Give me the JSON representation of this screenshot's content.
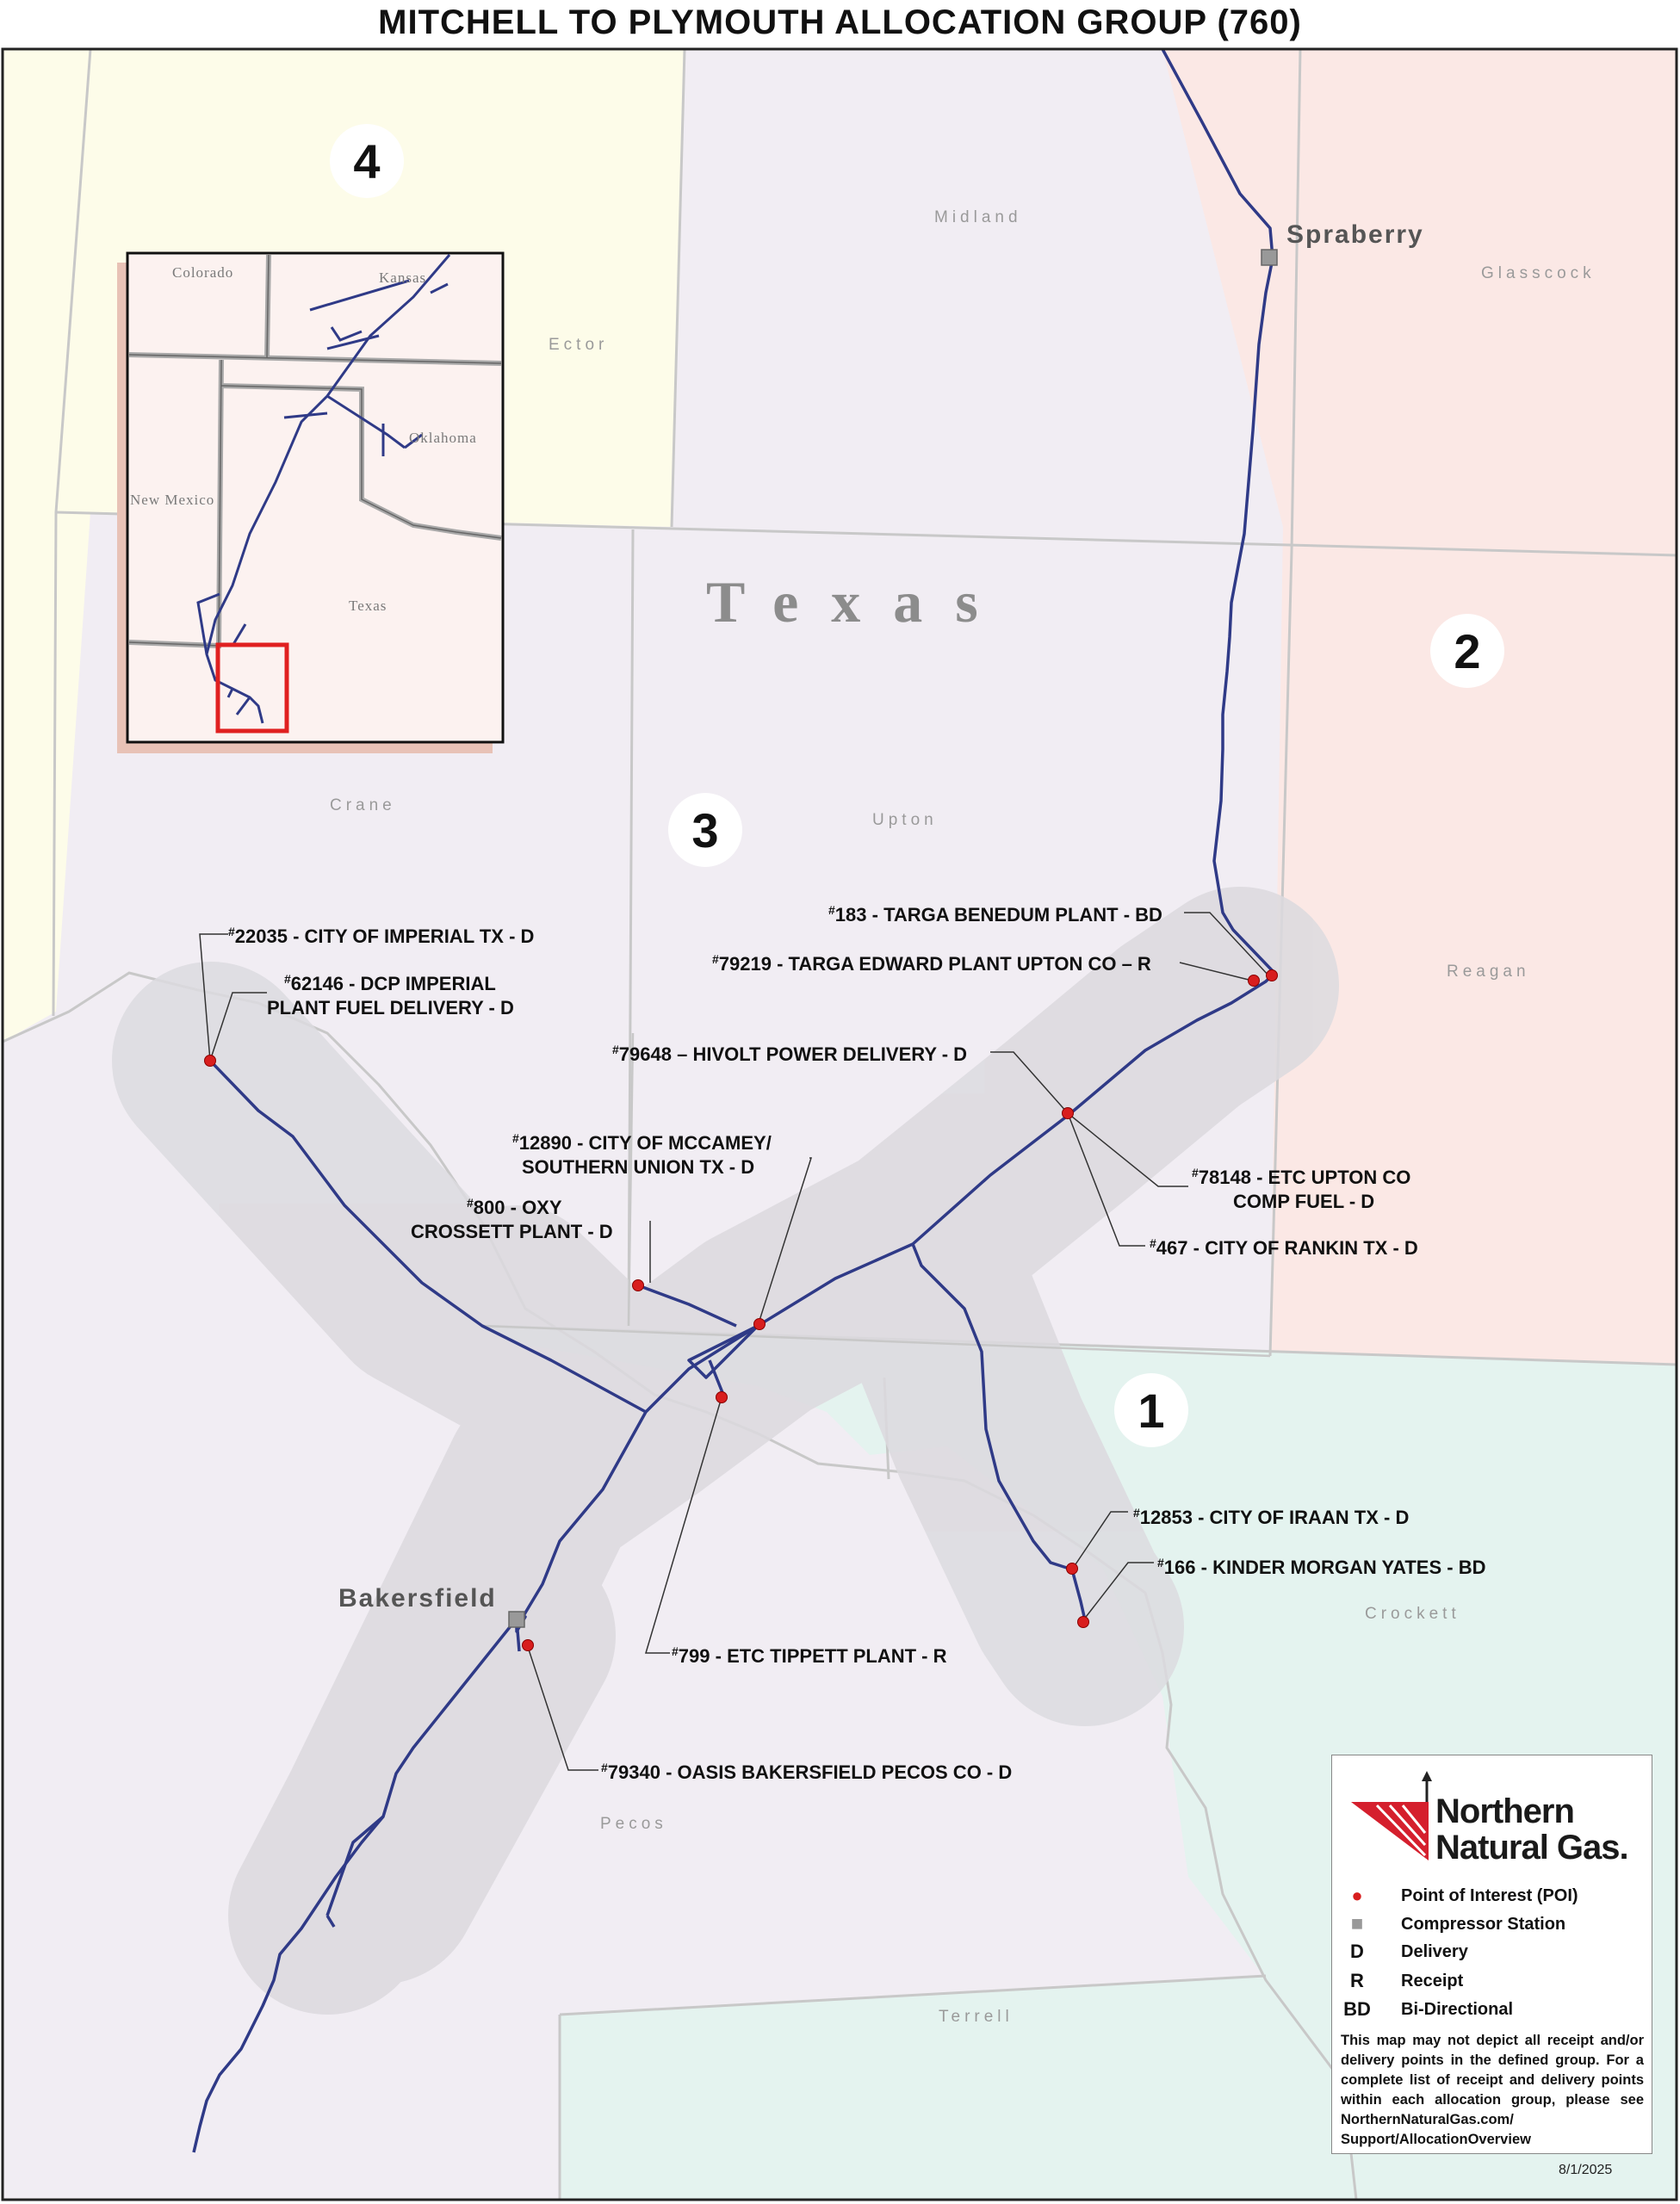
{
  "title": "MITCHELL TO PLYMOUTH ALLOCATION GROUP (760)",
  "state_label": "Texas",
  "zones": [
    "1",
    "2",
    "3",
    "4"
  ],
  "counties": {
    "midland": "Midland",
    "glasscock": "Glasscock",
    "ector": "Ector",
    "crane": "Crane",
    "upton": "Upton",
    "reagan": "Reagan",
    "crockett": "Crockett",
    "pecos": "Pecos",
    "terrell": "Terrell"
  },
  "stations": {
    "spraberry": "Spraberry",
    "bakersfield": "Bakersfield"
  },
  "inset": {
    "colorado": "Colorado",
    "kansas": "Kansas",
    "oklahoma": "Oklahoma",
    "new_mexico": "New Mexico",
    "texas": "Texas"
  },
  "pois": [
    {
      "num": "22035",
      "text": " - CITY OF IMPERIAL TX - D"
    },
    {
      "num": "62146",
      "text": " - DCP IMPERIAL",
      "text2": "PLANT FUEL DELIVERY - D"
    },
    {
      "num": "183",
      "text": " - TARGA BENEDUM PLANT - BD"
    },
    {
      "num": "79219",
      "text": " - TARGA EDWARD PLANT UPTON CO – R"
    },
    {
      "num": "79648",
      "text": " – HIVOLT POWER DELIVERY - D"
    },
    {
      "num": "12890",
      "text": " - CITY OF MCCAMEY/",
      "text2": "SOUTHERN UNION TX - D"
    },
    {
      "num": "800",
      "text": " - OXY",
      "text2": "CROSSETT PLANT - D"
    },
    {
      "num": "78148",
      "text": " - ETC UPTON CO",
      "text2": "COMP FUEL - D"
    },
    {
      "num": "467",
      "text": " - CITY OF RANKIN TX - D"
    },
    {
      "num": "12853",
      "text": " - CITY OF IRAAN TX - D"
    },
    {
      "num": "166",
      "text": " - KINDER MORGAN YATES - BD"
    },
    {
      "num": "799",
      "text": " - ETC TIPPETT PLANT - R"
    },
    {
      "num": "79340",
      "text": " - OASIS BAKERSFIELD PECOS CO - D"
    }
  ],
  "legend": {
    "logo_line1": "Northern",
    "logo_line2": "Natural Gas.",
    "items": [
      {
        "symbol": "●",
        "label": "Point of Interest (POI)"
      },
      {
        "symbol": "■",
        "label": "Compressor Station"
      },
      {
        "symbol": "D",
        "label": "Delivery"
      },
      {
        "symbol": "R",
        "label": "Receipt"
      },
      {
        "symbol": "BD",
        "label": "Bi-Directional"
      }
    ],
    "note": "This map may not depict all receipt and/or delivery points in the defined group. For a complete list of receipt and delivery points within each allocation group, please see NorthernNaturalGas.com/ Support/AllocationOverview"
  },
  "date": "8/1/2025",
  "colors": {
    "pipeline": "#2f3a87",
    "poi": "#d81e1e",
    "zone1": "#e4f3ef",
    "zone2": "#fbe8e5",
    "zone3": "#f1edf3",
    "zone4": "#fdfce9",
    "buffer": "#dcdadf"
  }
}
